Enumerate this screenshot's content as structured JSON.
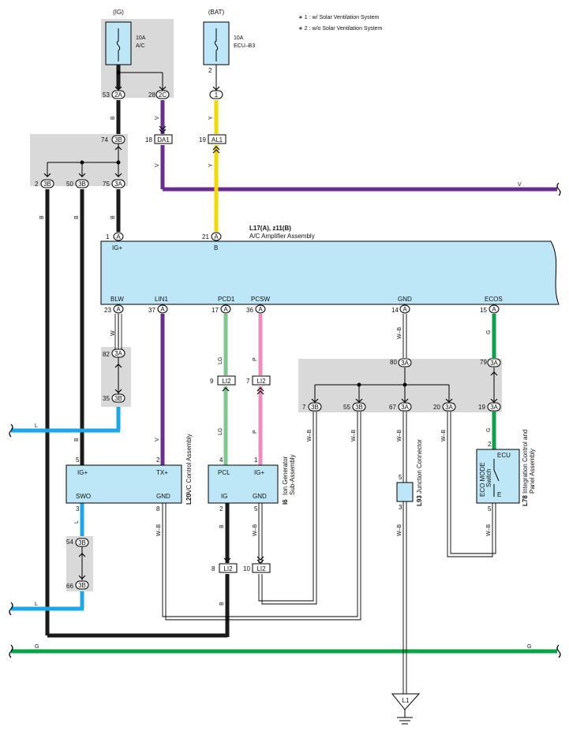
{
  "notes": [
    "∗ 1 : w/ Solar Ventilation System",
    "∗ 2 : w/o Solar Ventilation System"
  ],
  "power": {
    "ig": "(IG)",
    "bat": "(BAT)",
    "fuse_ac_amp": "10A",
    "fuse_ac_name": "A/C",
    "fuse_ecu_amp": "10A",
    "fuse_ecu_name": "ECU–B3"
  },
  "junctions": {
    "j1": "2A",
    "j2": "2C",
    "j3": "1",
    "j4": "3B",
    "j5": "3B",
    "j6": "3B",
    "j7": "3A",
    "j8": "A",
    "j9": "A",
    "j10": "A",
    "j11": "A",
    "j12": "A",
    "j13": "A",
    "j14": "A",
    "j15": "A",
    "j16": "3A",
    "j17": "3B",
    "j18": "3B",
    "j19": "3B",
    "j20": "3A",
    "j21": "3A",
    "j22": "3B",
    "j23": "3B",
    "j24": "3A",
    "j25": "3A",
    "j26": "3A",
    "j27": "3B",
    "j28": "3B"
  },
  "connectors": {
    "da1": "DA1",
    "al1": "AL1",
    "li2": "LI2",
    "l1": "L1"
  },
  "pin_numbers": {
    "p53": "53",
    "p28": "28",
    "p2": "2",
    "p18": "18",
    "p19": "19",
    "p74": "74",
    "p2b": "2",
    "p50": "50",
    "p75": "75",
    "p1": "1",
    "p21": "21",
    "p23": "23",
    "p37": "37",
    "p17": "17",
    "p36": "36",
    "p14": "14",
    "p15": "15",
    "p82": "82",
    "p35": "35",
    "p9": "9",
    "p7": "7",
    "p80": "80",
    "p79": "79",
    "p7b": "7",
    "p55": "55",
    "p67": "67",
    "p20": "20",
    "p19b": "19",
    "p5": "5",
    "p2c": "2",
    "p4": "4",
    "p1b": "1",
    "p3": "3",
    "p8": "8",
    "p2d": "2",
    "p5b": "5",
    "p54": "54",
    "p66": "66",
    "p8b": "8",
    "p10": "10",
    "p5c": "5",
    "p3b": "3",
    "p2e": "2",
    "p5d": "5"
  },
  "wire_colors": {
    "b": "B",
    "v": "V",
    "y": "Y",
    "w": "W",
    "lg": "LG",
    "p": "P",
    "wb": "W–B",
    "g": "G",
    "l": "L"
  },
  "amplifier": {
    "code": "L17(A), z11(B)",
    "name": "A/C Amplifier Assembly",
    "pins": [
      "IG+",
      "B",
      "BLW",
      "LIN1",
      "PCD1",
      "PCSW",
      "GND",
      "ECOS"
    ]
  },
  "control_assy": {
    "code": "L20",
    "name": "A/C Control Assembly",
    "pins": [
      "IG+",
      "TX+",
      "SWO",
      "GND"
    ]
  },
  "ion_gen": {
    "code": "I6",
    "name1": "Ion Generator",
    "name2": "Sub-Assembly",
    "pins": [
      "PCL",
      "IG+",
      "IG",
      "GND"
    ]
  },
  "jct": {
    "code": "L93",
    "name": "Junction Connector"
  },
  "eco": {
    "code": "L78",
    "name1": "Integration Control and",
    "name2": "Panel Assembly",
    "sw1": "ECO MODE",
    "sw2": "Switch",
    "ecu": "ECU",
    "e": "E"
  },
  "colors": {
    "black": "#1a1a1a",
    "violet": "#6a2c91",
    "yellow": "#f5d800",
    "lightgreen": "#7cc98c",
    "pink": "#f08cbd",
    "green": "#0aa34a",
    "blue": "#1aa8e8",
    "box": "#bde6f7",
    "grey": "#d9d9d9"
  }
}
